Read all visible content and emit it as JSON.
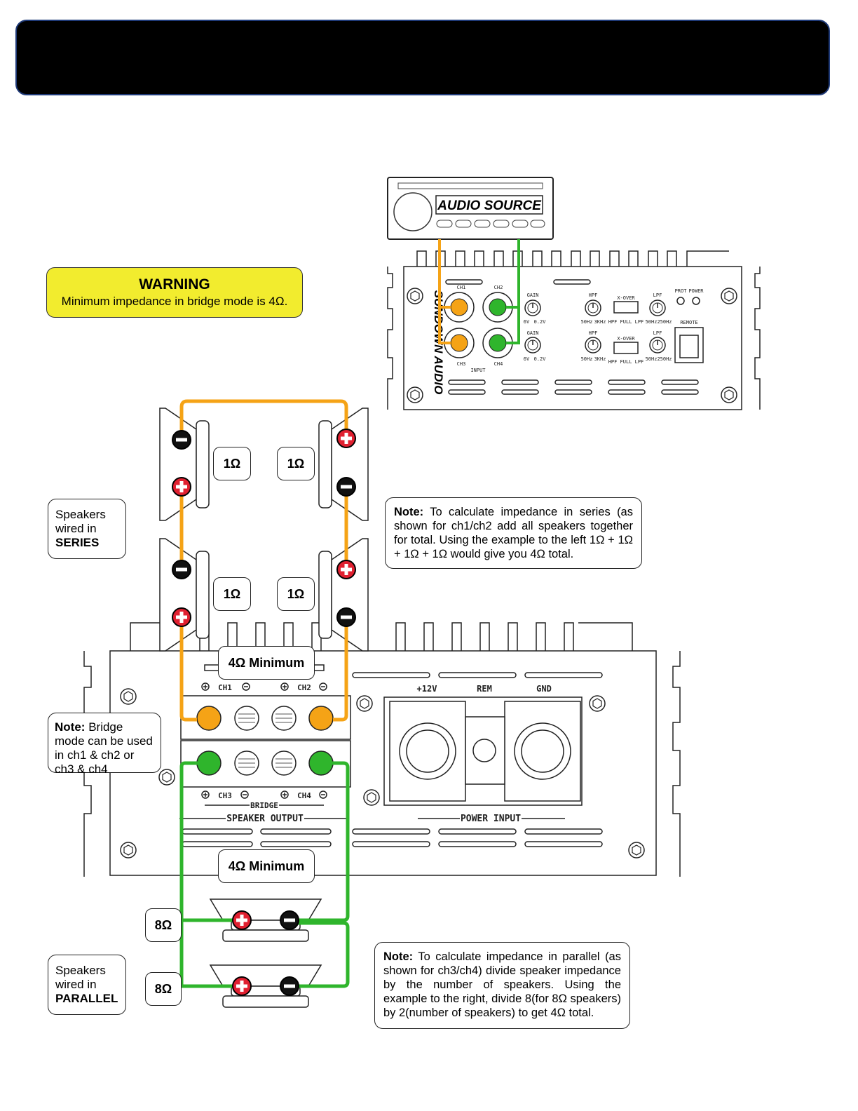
{
  "banner": {
    "color": "#000000",
    "border": "#1f3a78"
  },
  "warning": {
    "title": "WARNING",
    "text": "Minimum impedance in bridge mode is 4Ω."
  },
  "audio_source": {
    "label": "AUDIO SOURCE"
  },
  "small_amp": {
    "brand": "SUNDOWN AUDIO",
    "labels": {
      "ch1": "CH1",
      "ch2": "CH2",
      "ch3": "CH3",
      "ch4": "CH4",
      "input": "INPUT",
      "gain": "GAIN",
      "gain_lo": "6V",
      "gain_hi": "0.2V",
      "hpf": "HPF",
      "hpf_lo": "50Hz",
      "hpf_hi": "3KHz",
      "xover": "X-OVER",
      "xover_opts": "HPF FULL LPF",
      "lpf": "LPF",
      "lpf_lo": "50Hz",
      "lpf_hi": "250Hz",
      "prot": "PROT",
      "power": "POWER",
      "remote": "REMOTE"
    }
  },
  "series": {
    "label_line1": "Speakers",
    "label_line2": "wired in",
    "label_line3": "SERIES",
    "impedances": [
      "1Ω",
      "1Ω",
      "1Ω",
      "1Ω"
    ],
    "minimum": "4Ω Minimum",
    "note_label": "Note:",
    "note_text": "To calculate impedance in series (as shown for ch1/ch2 add all speakers together for total. Using the example to the left 1Ω + 1Ω + 1Ω + 1Ω would give you 4Ω total."
  },
  "bridge_note": {
    "label": "Note:",
    "text": "Bridge mode can be used in ch1 & ch2 or ch3 & ch4"
  },
  "big_amp": {
    "ch1": "CH1",
    "ch2": "CH2",
    "ch3": "CH3",
    "ch4": "CH4",
    "bridge": "BRIDGE",
    "speaker_output": "SPEAKER OUTPUT",
    "power_input": "POWER INPUT",
    "p12v": "+12V",
    "rem": "REM",
    "gnd": "GND"
  },
  "parallel": {
    "label_line1": "Speakers",
    "label_line2": "wired in",
    "label_line3": "PARALLEL",
    "impedances": [
      "8Ω",
      "8Ω"
    ],
    "minimum": "4Ω Minimum",
    "note_label": "Note:",
    "note_text": "To calculate impedance in parallel (as shown for ch3/ch4) divide speaker impedance by the number of speakers. Using the example to the right, divide 8(for 8Ω speakers) by 2(number of speakers) to get 4Ω total."
  },
  "colors": {
    "orange": "#f5a316",
    "green": "#2fb52c",
    "warning_bg": "#f2ec2e",
    "terminal_red": "#e02030"
  }
}
